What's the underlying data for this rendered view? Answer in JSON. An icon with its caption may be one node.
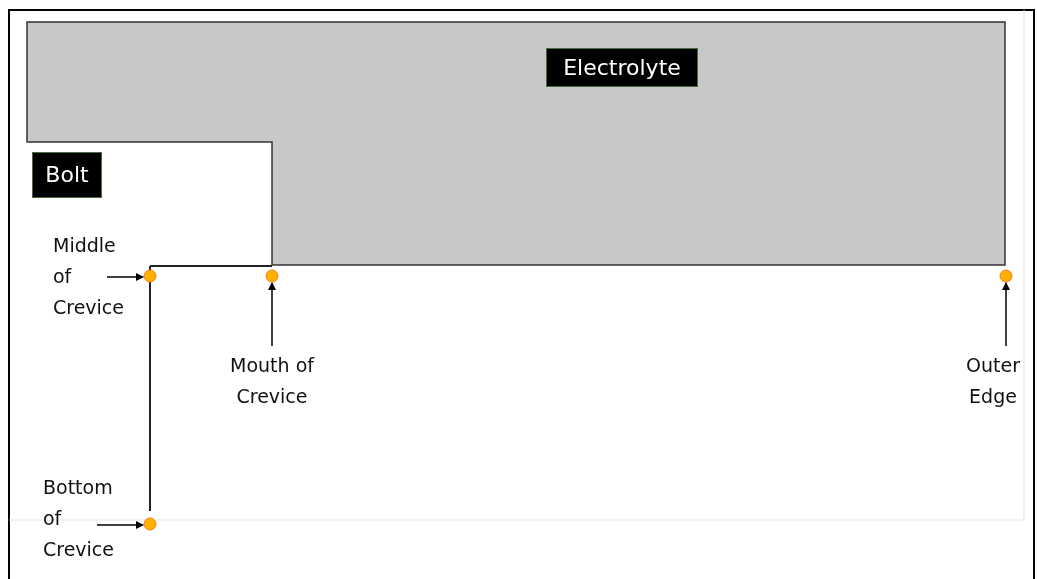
{
  "diagram": {
    "nodes": [
      {
        "text": [
          "Electrolyte"
        ]
      },
      {
        "text": [
          "Bolt"
        ]
      },
      {
        "text": [
          "Middle of Crevice"
        ]
      },
      {
        "text": [],
        "shape": "circle"
      },
      {
        "text": [],
        "shape": "circle"
      },
      {
        "text": [
          "Mouth of Crevice"
        ]
      },
      {
        "text": [],
        "shape": "circle"
      },
      {
        "text": [
          "Outer Edge"
        ]
      },
      {
        "text": [
          "Bottom of Crevice"
        ]
      },
      {
        "text": [],
        "shape": "circle"
      }
    ],
    "edges": [
      {
        "from": 2,
        "to": 3,
        "arrow": "to"
      },
      {
        "from": 5,
        "to": 4,
        "arrow": "to"
      },
      {
        "from": 7,
        "to": 6,
        "arrow": "to"
      },
      {
        "from": 8,
        "to": 9,
        "arrow": "to"
      }
    ]
  }
}
